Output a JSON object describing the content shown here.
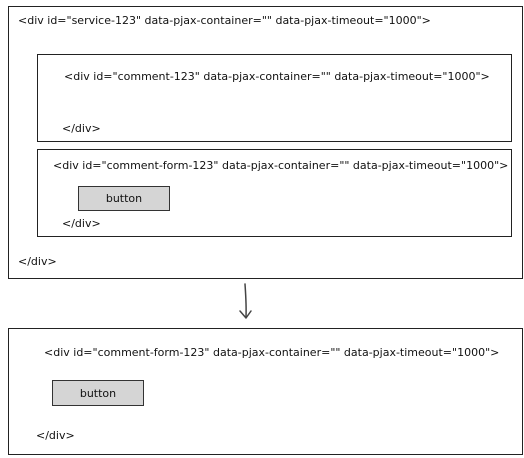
{
  "top_block": {
    "service_open": "<div id=\"service-123\" data-pjax-container=\"\" data-pjax-timeout=\"1000\">",
    "service_close": "</div>",
    "comment_box": {
      "open": "<div id=\"comment-123\" data-pjax-container=\"\" data-pjax-timeout=\"1000\">",
      "close": "</div>"
    },
    "comment_form_box": {
      "open": "<div id=\"comment-form-123\" data-pjax-container=\"\" data-pjax-timeout=\"1000\">",
      "button_label": "button",
      "close": "</div>"
    }
  },
  "bottom_block": {
    "open": "<div id=\"comment-form-123\" data-pjax-container=\"\" data-pjax-timeout=\"1000\">",
    "button_label": "button",
    "close": "</div>"
  },
  "arrow_icon": "down-arrow-icon"
}
